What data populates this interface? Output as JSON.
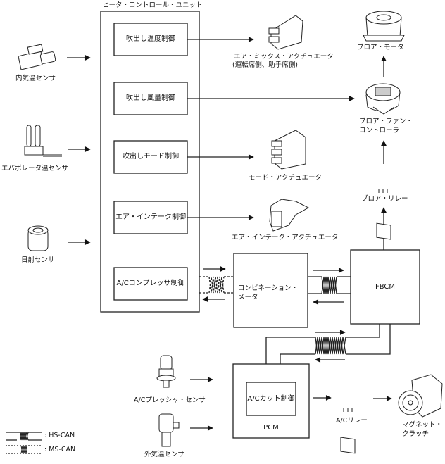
{
  "title": "ヒータ・コントロール・ユニット",
  "heater_unit": {
    "label": "ヒータ・コントロール・ユニット",
    "controls": [
      {
        "id": "outlet-temp",
        "label": "吹出し温度制御"
      },
      {
        "id": "airflow",
        "label": "吹出し風量制御"
      },
      {
        "id": "mode",
        "label": "吹出しモード制御"
      },
      {
        "id": "intake",
        "label": "エア・インテーク制御"
      },
      {
        "id": "ac-compressor",
        "label": "A/Cコンプレッサ制御"
      }
    ]
  },
  "inputs": [
    {
      "id": "cabin-temp-sensor",
      "label": "内気温センサ"
    },
    {
      "id": "evaporator-temp-sensor",
      "label": "エバポレータ温センサ"
    },
    {
      "id": "solar-sensor",
      "label": "日射センサ"
    },
    {
      "id": "ac-pressure-sensor",
      "label": "A/Cプレッシャ・センサ"
    },
    {
      "id": "ambient-temp-sensor",
      "label": "外気温センサ"
    }
  ],
  "outputs": {
    "air_mix_actuator": {
      "label": "エア・ミックス・アクチュエータ",
      "sublabel": "(運転席側、助手席側)"
    },
    "blower_motor": {
      "label": "ブロア・モータ"
    },
    "blower_fan_controller": {
      "line1": "ブロア・ファン・",
      "line2": "コントローラ"
    },
    "mode_actuator": {
      "label": "モード・アクチュエータ"
    },
    "blower_relay": {
      "label": "ブロア・リレー"
    },
    "intake_actuator": {
      "label": "エア・インテーク・アクチュエータ"
    },
    "ac_relay": {
      "label": "A/Cリレー"
    },
    "magnetic_clutch": {
      "line1": "マグネット・",
      "line2": "クラッチ"
    }
  },
  "modules": {
    "combination_meter": {
      "line1": "コンビネーション・",
      "line2": "メータ"
    },
    "fbcm": {
      "label": "FBCM"
    },
    "pcm": {
      "label": "PCM",
      "inner_label": "A/Cカット制御"
    }
  },
  "legend": [
    {
      "id": "hs-can",
      "label": ": HS-CAN",
      "style": "solid"
    },
    {
      "id": "ms-can",
      "label": ": MS-CAN",
      "style": "dashed"
    }
  ]
}
